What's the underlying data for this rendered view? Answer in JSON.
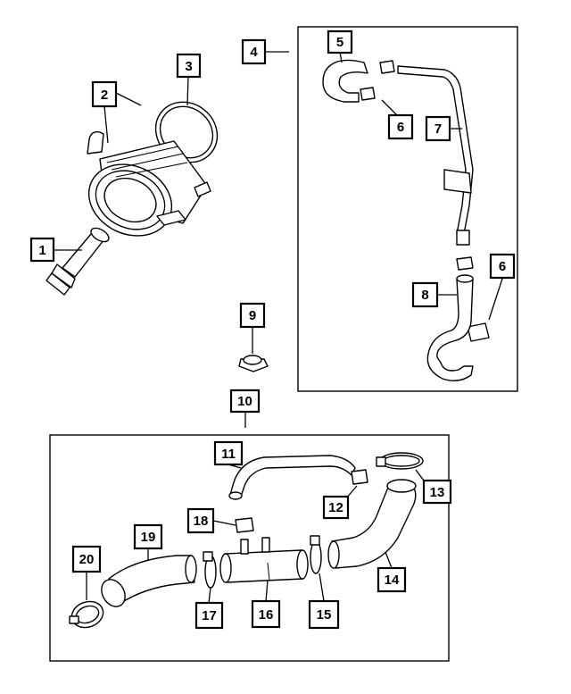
{
  "callouts": {
    "c1": "1",
    "c2": "2",
    "c3": "3",
    "c4": "4",
    "c5": "5",
    "c6a": "6",
    "c6b": "6",
    "c7": "7",
    "c8": "8",
    "c9": "9",
    "c10": "10",
    "c11": "11",
    "c12": "12",
    "c13": "13",
    "c14": "14",
    "c15": "15",
    "c16": "16",
    "c17": "17",
    "c18": "18",
    "c19": "19",
    "c20": "20"
  }
}
